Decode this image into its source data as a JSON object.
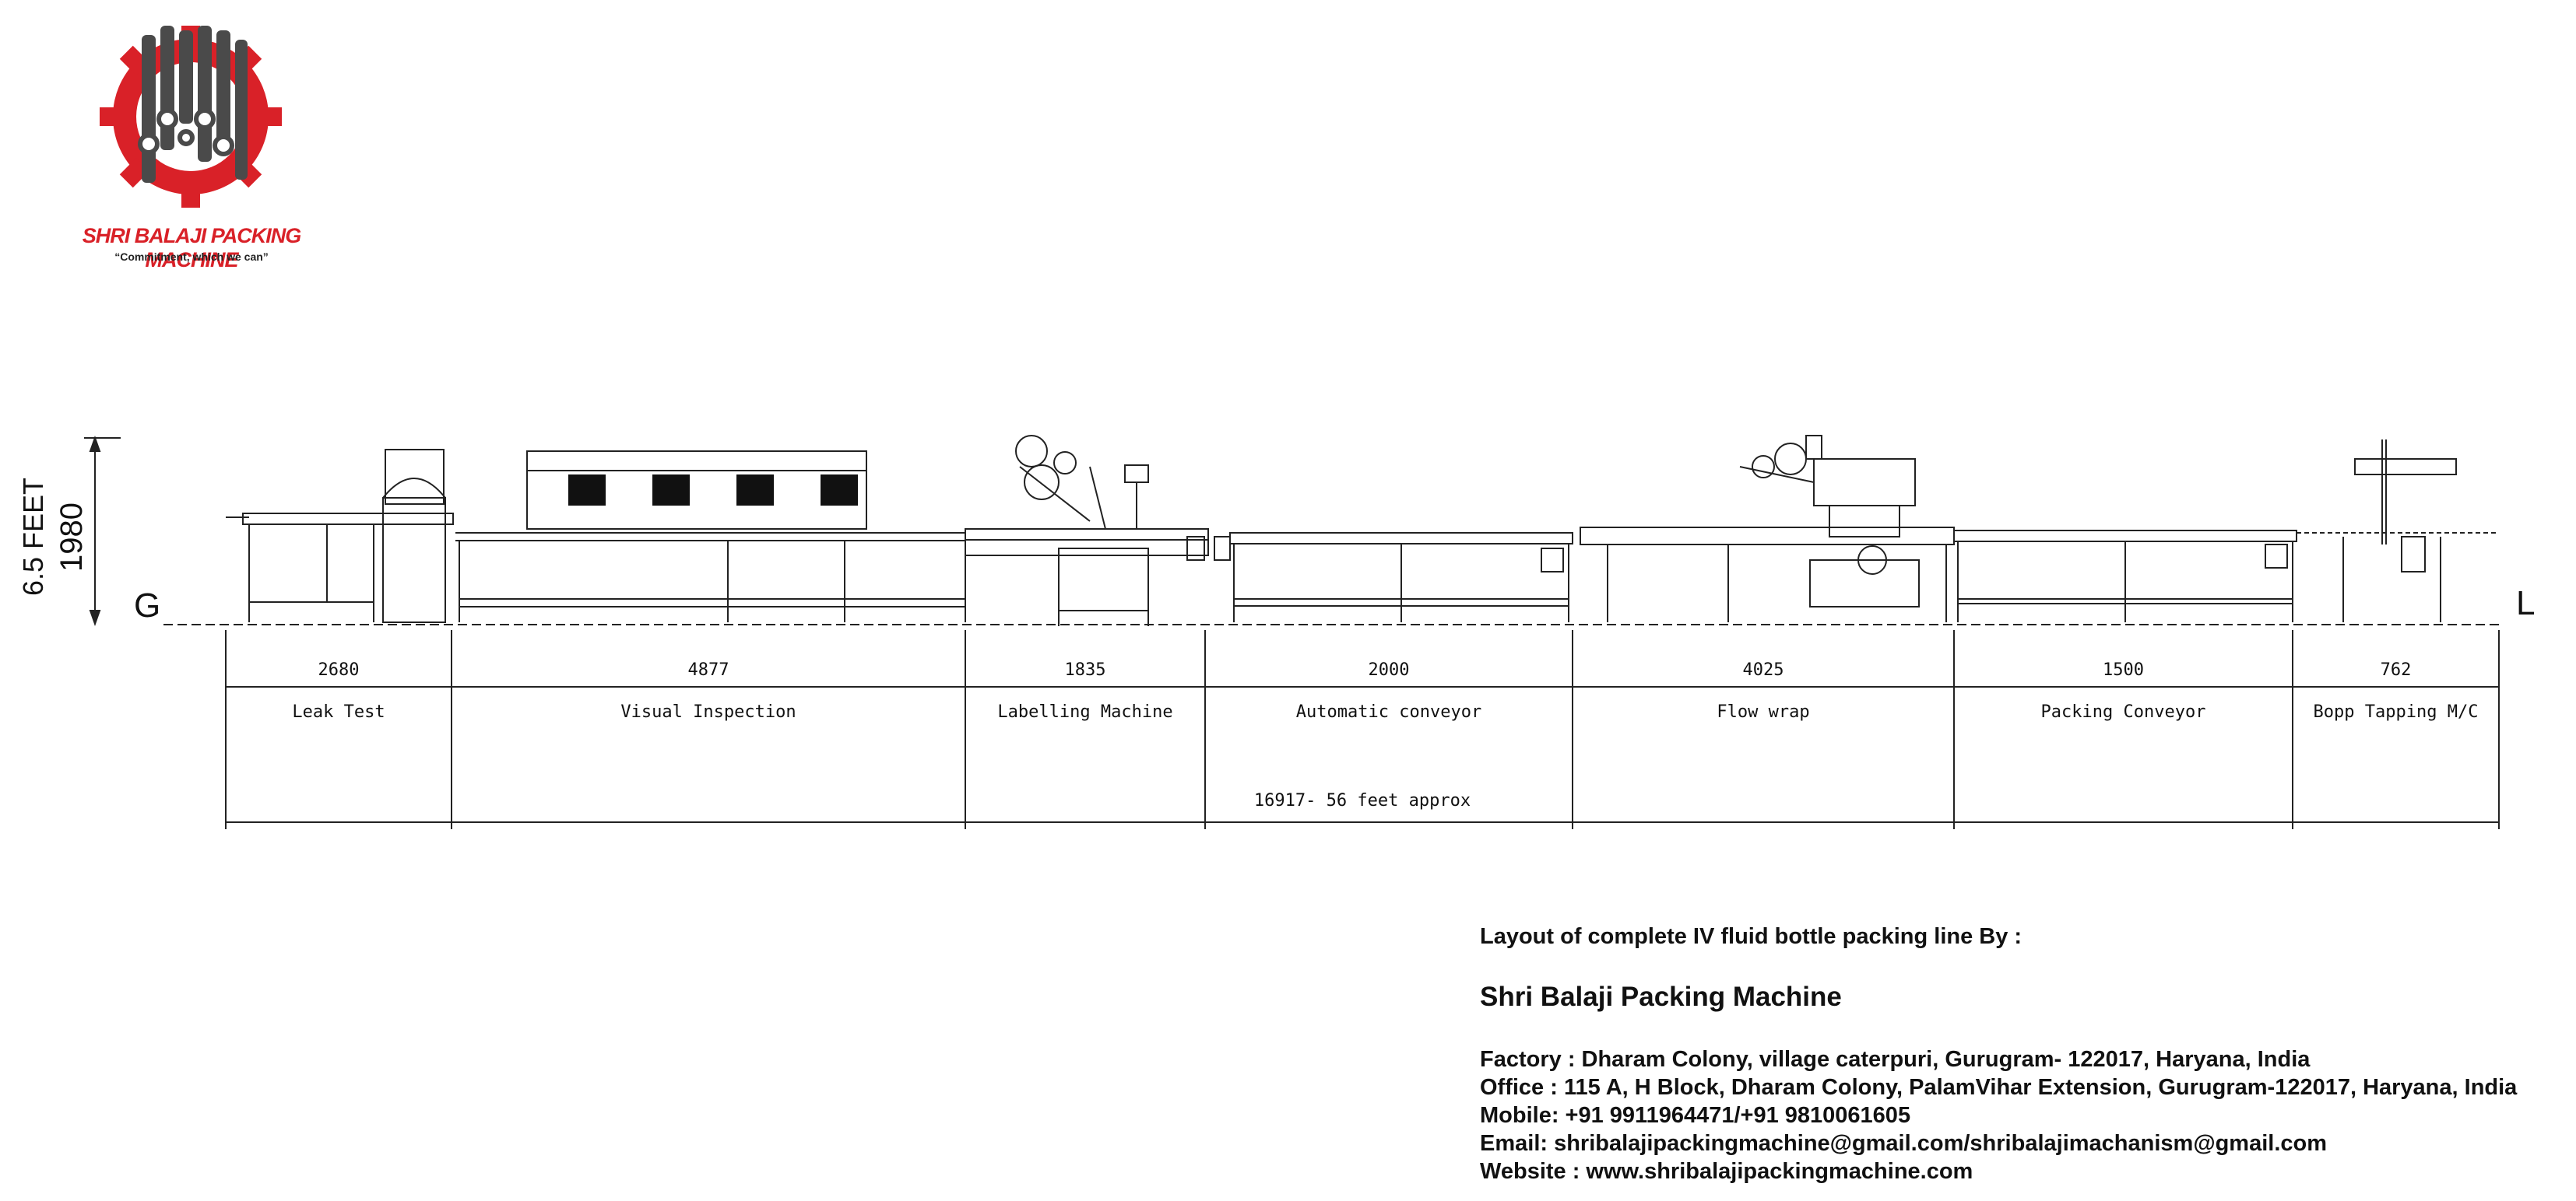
{
  "brand": {
    "name": "SHRI BALAJI PACKING MACHINE",
    "tagline": "“Commitment, which we can”",
    "colors": {
      "red": "#d92128",
      "dark": "#4a4a4a"
    }
  },
  "layout": {
    "height_mm": "1980",
    "height_feet": "6.5 FEET",
    "start_marker": "G",
    "end_marker": "L",
    "sections": [
      {
        "length": "2680",
        "name": "Leak Test"
      },
      {
        "length": "4877",
        "name": "Visual Inspection"
      },
      {
        "length": "1835",
        "name": "Labelling Machine"
      },
      {
        "length": "2000",
        "name": "Automatic conveyor"
      },
      {
        "length": "4025",
        "name": "Flow wrap"
      },
      {
        "length": "1500",
        "name": "Packing Conveyor"
      },
      {
        "length": "762",
        "name": "Bopp Tapping M/C"
      }
    ],
    "total": "16917- 56 feet approx"
  },
  "info": {
    "intro": "Layout of complete IV fluid bottle packing line By :",
    "company": "Shri Balaji Packing Machine",
    "factory": "Factory : Dharam Colony, village caterpuri, Gurugram- 122017, Haryana, India",
    "office": "Office : 115 A, H Block, Dharam Colony, PalamVihar Extension, Gurugram-122017, Haryana, India",
    "mobile": "Mobile: +91 9911964471/+91 9810061605",
    "email": "Email:  shribalajipackingmachine@gmail.com/shribalajimachanism@gmail.com",
    "website": "Website : www.shribalajipackingmachine.com"
  }
}
